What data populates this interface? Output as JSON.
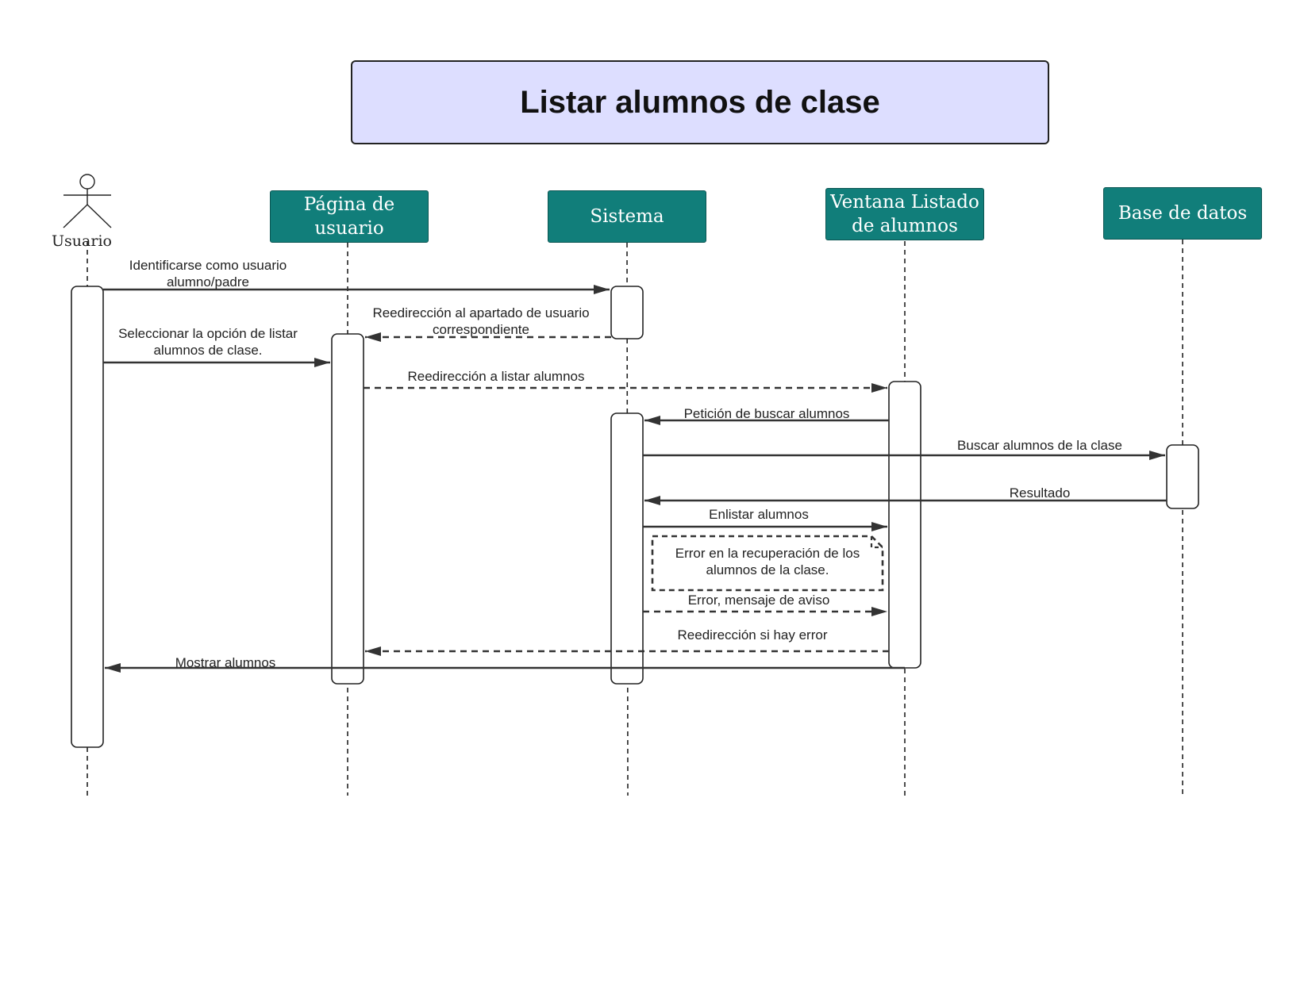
{
  "title": "Listar alumnos de clase",
  "actor": {
    "label": "Usuario"
  },
  "participants": [
    {
      "label": "Página de\nusuario"
    },
    {
      "label": "Sistema"
    },
    {
      "label": "Ventana Listado\nde alumnos"
    },
    {
      "label": "Base de datos"
    }
  ],
  "messages": [
    {
      "text": "Identificarse como usuario\nalumno/padre",
      "style": "solid"
    },
    {
      "text": "Reedirección al apartado de usuario\ncorrespondiente",
      "style": "dashed"
    },
    {
      "text": "Seleccionar la opción de listar\nalumnos de clase.",
      "style": "solid"
    },
    {
      "text": "Reedirección a listar alumnos",
      "style": "dashed"
    },
    {
      "text": "Petición de buscar alumnos",
      "style": "solid"
    },
    {
      "text": "Buscar alumnos de la clase",
      "style": "solid"
    },
    {
      "text": "Resultado",
      "style": "solid"
    },
    {
      "text": "Enlistar alumnos",
      "style": "solid"
    },
    {
      "text": "Error, mensaje de aviso",
      "style": "dashed"
    },
    {
      "text": "Reedirección si hay error",
      "style": "dashed"
    },
    {
      "text": "Mostrar alumnos",
      "style": "solid"
    }
  ],
  "note": {
    "text": "Error en la recuperación de los\nalumnos de la clase."
  },
  "colors": {
    "participant_fill": "#117e7a",
    "title_fill": "#dddeff",
    "line": "#333333"
  }
}
